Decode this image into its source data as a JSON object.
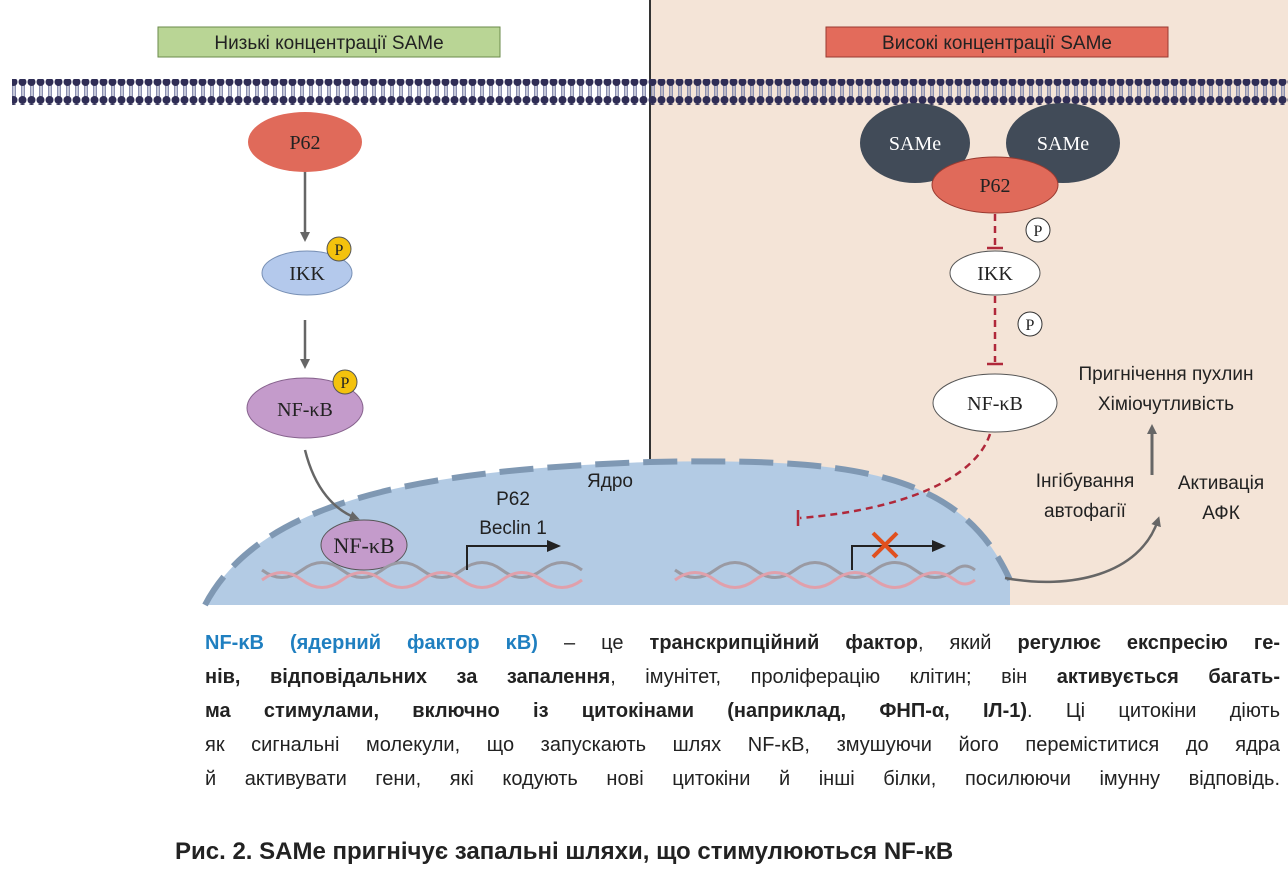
{
  "diagram": {
    "left_panel": {
      "title": "Низькі концентрації SAMe",
      "p62": "P62",
      "ikk": "IKK",
      "nfkb": "NF-κB",
      "phospho": "P",
      "nfkb_nucleus": "NF-κB",
      "genes": [
        "P62",
        "Beclin 1"
      ],
      "nucleus_label": "Ядро"
    },
    "right_panel": {
      "title": "Високі концентрації SAMe",
      "same_left": "SAMe",
      "same_right": "SAMe",
      "p62": "P62",
      "ikk": "IKK",
      "nfkb": "NF-κB",
      "phospho": "P",
      "outcomes": [
        "Пригнічення пухлин",
        "Хіміочутливість"
      ],
      "autophagy": [
        "Інгібування",
        "автофагії"
      ],
      "ros": [
        "Активація",
        "АФК"
      ]
    },
    "colors": {
      "low_label": "#b9d595",
      "high_label": "#e36b5b",
      "p62": "#e06a5a",
      "same": "#414b58",
      "ikk": "#b4c9ec",
      "nfkb": "#c49bcb",
      "nucleus": "#b3cbe4",
      "inhibit": "#b0283a"
    }
  },
  "text": {
    "l1": {
      "a": "NF-κB (ядерний фактор κB)",
      "b": " – це ",
      "c": "транскрипційний фактор",
      "d": ", який ",
      "e": "регулює експресію ге-"
    },
    "l2": {
      "a": "нів, відповідальних за запалення",
      "b": ", імунітет, проліферацію клітин; він ",
      "c": "активується багать-"
    },
    "l3": {
      "a": "ма стимулами, включно із цитокінами (наприклад, ФНП-α, ІЛ-1)",
      "b": ". Ці цитокіни діють"
    },
    "l4": "як сигнальні молекули, що запускають шлях NF-κB, змушуючи його переміститися до ядра",
    "l5": "й активувати гени, які кодують нові цитокіни й інші білки, посилюючи імунну відповідь."
  },
  "caption": "Рис. 2. SAMe пригнічує запальні шляхи, що стимулюються NF-кВ"
}
